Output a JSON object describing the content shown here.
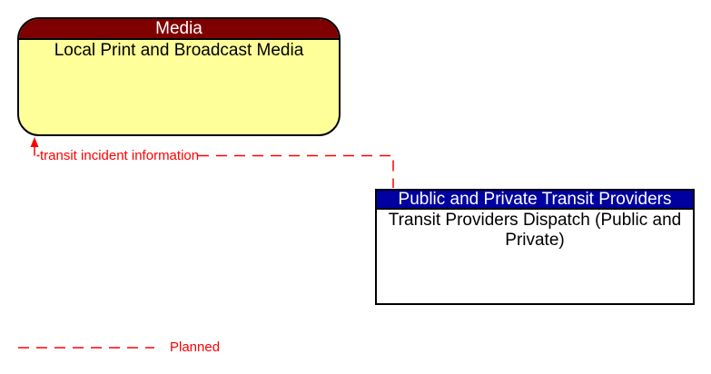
{
  "diagram": {
    "background_color": "#ffffff",
    "line_color": "#ff0000",
    "entities": [
      {
        "header": "Media",
        "body": "Local Print and Broadcast Media",
        "shape": "rounded",
        "header_bg": "#7f0000",
        "header_text_color": "#ffffff",
        "body_bg": "#ffff99",
        "body_text_color": "#000000"
      },
      {
        "header": "Public and Private Transit Providers",
        "body": "Transit Providers Dispatch (Public and Private)",
        "shape": "rectangle",
        "header_bg": "#0000a0",
        "header_text_color": "#ffffff",
        "body_bg": "#ffffff",
        "body_text_color": "#000000"
      }
    ],
    "flows": [
      {
        "label": "transit incident information",
        "from": "Transit Providers Dispatch (Public and Private)",
        "to": "Local Print and Broadcast Media",
        "line_style": "dashed",
        "line_color": "#ff0000",
        "status": "planned"
      }
    ],
    "legend": {
      "items": [
        {
          "label": "Planned",
          "line_style": "dashed",
          "line_color": "#ff0000"
        }
      ]
    }
  }
}
